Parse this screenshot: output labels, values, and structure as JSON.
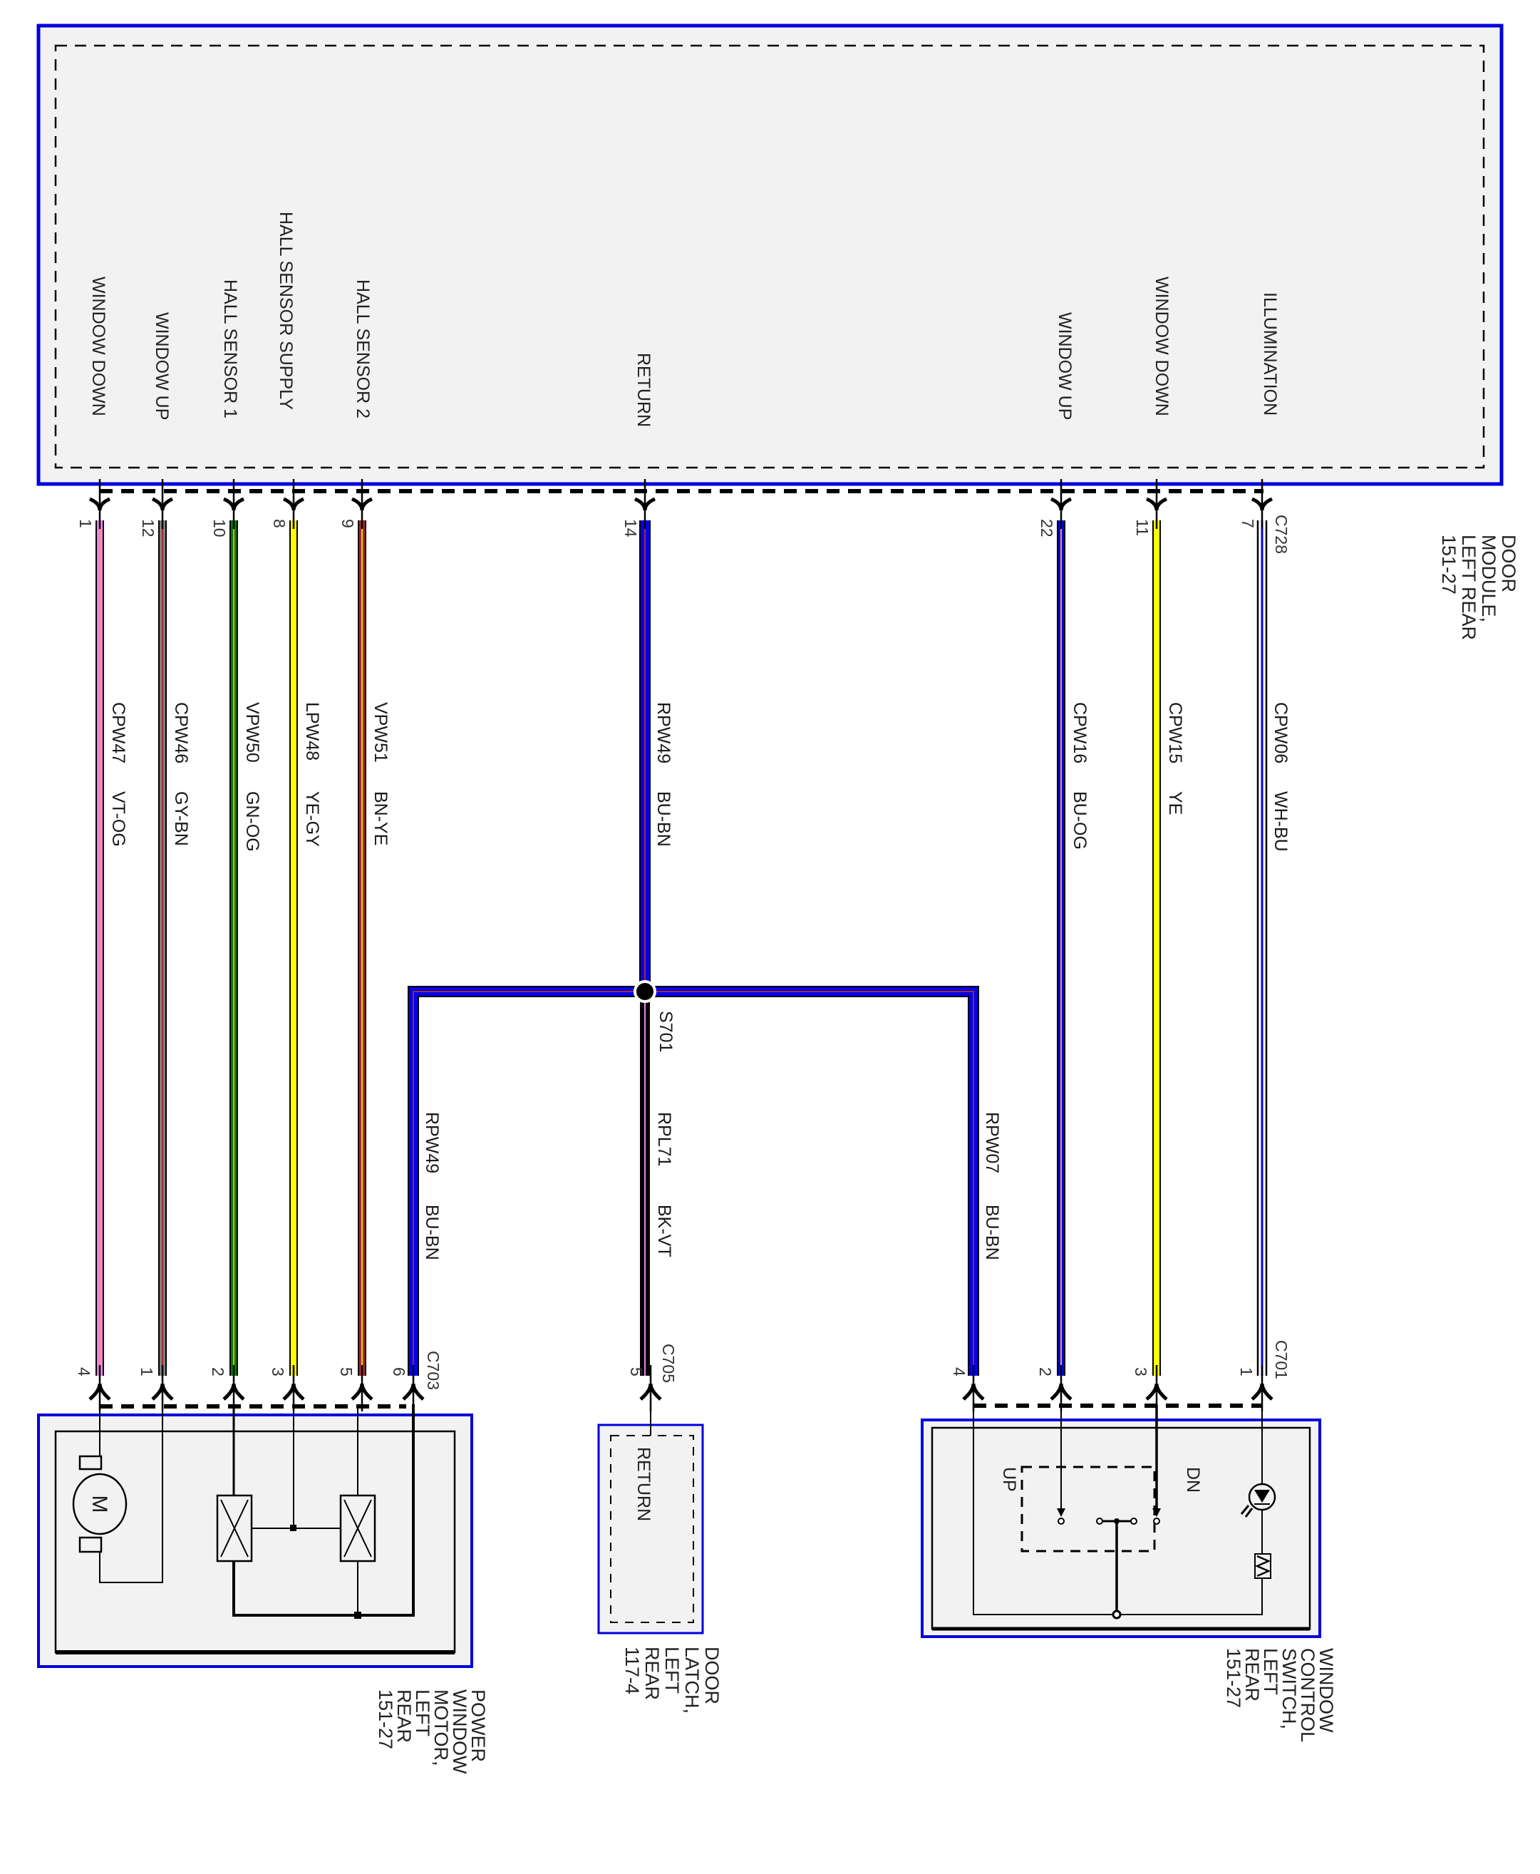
{
  "title": "Left Rear Door Power Window Wiring Diagram",
  "colors": {
    "component_border": "#0000dd",
    "component_fill": "#f2f2f2",
    "line": "#000000"
  },
  "components": {
    "door_module": {
      "name_lines": [
        "DOOR",
        "MODULE,",
        "LEFT REAR",
        "151-27"
      ],
      "connector": "C728",
      "pin_functions": [
        {
          "pin": "1",
          "label": "WINDOW DOWN"
        },
        {
          "pin": "12",
          "label": "WINDOW UP"
        },
        {
          "pin": "10",
          "label": "HALL SENSOR 1"
        },
        {
          "pin": "8",
          "label": "HALL SENSOR SUPPLY"
        },
        {
          "pin": "9",
          "label": "HALL SENSOR 2"
        },
        {
          "pin": "14",
          "label": "RETURN"
        },
        {
          "pin": "22",
          "label": "WINDOW UP"
        },
        {
          "pin": "11",
          "label": "WINDOW DOWN"
        },
        {
          "pin": "7",
          "label": "ILLUMINATION"
        }
      ]
    },
    "window_motor": {
      "name_lines": [
        "POWER",
        "WINDOW",
        "MOTOR,",
        "LEFT",
        "REAR",
        "151-27"
      ],
      "connector": "C703",
      "motor_symbol": "M"
    },
    "door_latch": {
      "name_lines": [
        "DOOR",
        "LATCH,",
        "LEFT",
        "REAR",
        "117-4"
      ],
      "connector": "C705",
      "function": "RETURN"
    },
    "control_switch": {
      "name_lines": [
        "WINDOW",
        "CONTROL",
        "SWITCH,",
        "LEFT",
        "REAR",
        "151-27"
      ],
      "connector": "C701",
      "up_label": "UP",
      "dn_label": "DN"
    }
  },
  "splice": {
    "id": "S701"
  },
  "wires": [
    {
      "circuit": "CPW47",
      "color_code": "VT-OG",
      "from_pin": "1",
      "to_connector": "C703",
      "to_pin": "4",
      "base": "#ee82ee",
      "stripe": "#ff9933"
    },
    {
      "circuit": "CPW46",
      "color_code": "GY-BN",
      "from_pin": "12",
      "to_connector": "C703",
      "to_pin": "1",
      "base": "#808080",
      "stripe": "#a52a2a"
    },
    {
      "circuit": "VPW50",
      "color_code": "GN-OG",
      "from_pin": "10",
      "to_connector": "C703",
      "to_pin": "2",
      "base": "#008000",
      "stripe": "#ff9900"
    },
    {
      "circuit": "LPW48",
      "color_code": "YE-GY",
      "from_pin": "8",
      "to_connector": "C703",
      "to_pin": "3",
      "base": "#ffff00",
      "stripe": "#ffff00"
    },
    {
      "circuit": "VPW51",
      "color_code": "BN-YE",
      "from_pin": "9",
      "to_connector": "C703",
      "to_pin": "5",
      "base": "#a52a2a",
      "stripe": "#ffcc00"
    },
    {
      "circuit": "RPW49",
      "color_code": "BU-BN",
      "from_pin": "14",
      "to_connector": "S701",
      "to_pin": "",
      "base": "#0000ee",
      "stripe": "#a52a2a"
    },
    {
      "circuit": "CPW16",
      "color_code": "BU-OG",
      "from_pin": "22",
      "to_connector": "C701",
      "to_pin": "2",
      "base": "#0000ee",
      "stripe": "#ff9933"
    },
    {
      "circuit": "CPW15",
      "color_code": "YE",
      "from_pin": "11",
      "to_connector": "C701",
      "to_pin": "3",
      "base": "#ffff00",
      "stripe": "#ffff00"
    },
    {
      "circuit": "CPW06",
      "color_code": "WH-BU",
      "from_pin": "7",
      "to_connector": "C701",
      "to_pin": "1",
      "base": "#ffffff",
      "stripe": "#0000ee"
    }
  ],
  "splice_wires": [
    {
      "circuit": "RPW49",
      "color_code": "BU-BN",
      "to_connector": "C703",
      "to_pin": "6",
      "base": "#0000ee",
      "stripe": "#a52a2a"
    },
    {
      "circuit": "RPL71",
      "color_code": "BK-VT",
      "to_connector": "C705",
      "to_pin": "5",
      "base": "#000000",
      "stripe": "#ee82ee"
    },
    {
      "circuit": "RPW07",
      "color_code": "BU-BN",
      "to_connector": "C701",
      "to_pin": "4",
      "base": "#0000ee",
      "stripe": "#a52a2a"
    }
  ]
}
